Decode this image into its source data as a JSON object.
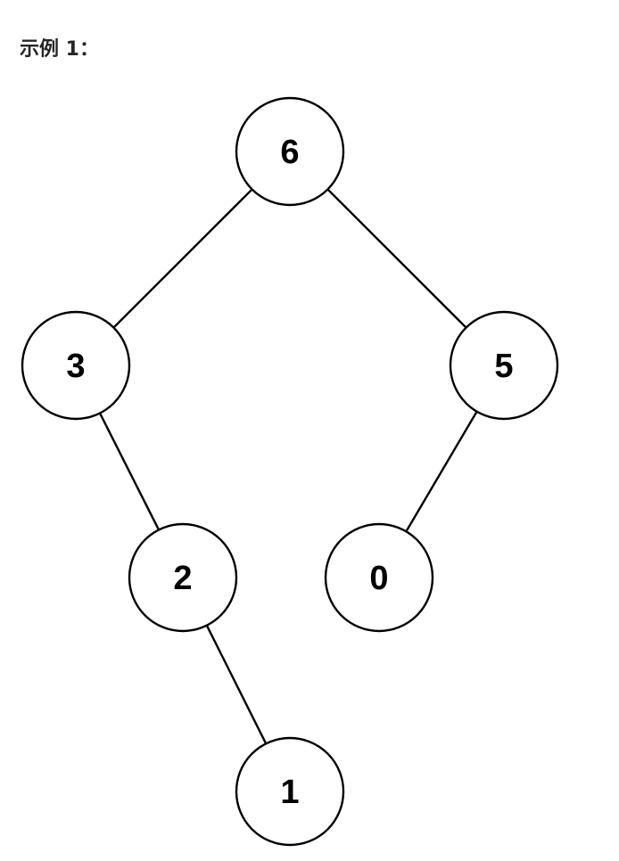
{
  "heading": "示例 1：",
  "tree": {
    "nodes": [
      {
        "id": "n6",
        "value": "6"
      },
      {
        "id": "n3",
        "value": "3"
      },
      {
        "id": "n5",
        "value": "5"
      },
      {
        "id": "n2",
        "value": "2"
      },
      {
        "id": "n0",
        "value": "0"
      },
      {
        "id": "n1",
        "value": "1"
      }
    ],
    "edges": [
      {
        "from": "n6",
        "to": "n3"
      },
      {
        "from": "n6",
        "to": "n5"
      },
      {
        "from": "n3",
        "to": "n2"
      },
      {
        "from": "n5",
        "to": "n0"
      },
      {
        "from": "n2",
        "to": "n1"
      }
    ]
  }
}
